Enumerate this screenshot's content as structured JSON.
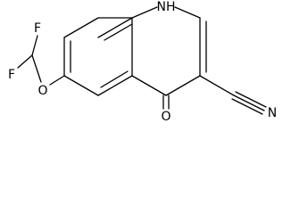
{
  "molecule": {
    "atoms": {
      "f_top": "F",
      "f_bottom": "F",
      "o_ether": "O",
      "o_keto": "O",
      "nh": "NH",
      "n_nitrile": "N"
    },
    "colors": {
      "bond": "#000000",
      "label": "#000000",
      "background": "#ffffff"
    }
  }
}
